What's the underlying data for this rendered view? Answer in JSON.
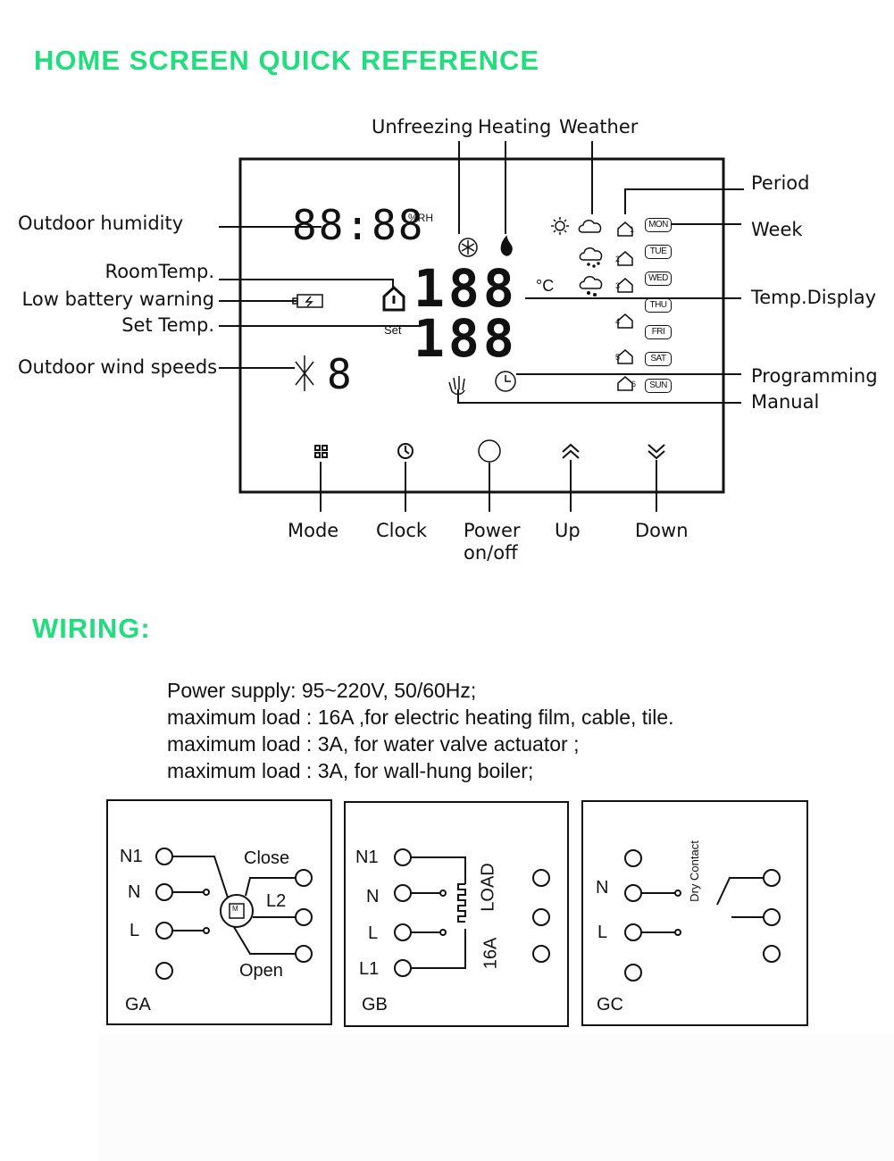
{
  "titles": {
    "home": "HOME SCREEN QUICK REFERENCE",
    "wiring": "WIRING:"
  },
  "display": {
    "top_labels": {
      "unfreezing": "Unfreezing",
      "heating": "Heating",
      "weather": "Weather"
    },
    "left_labels": {
      "outdoor_humidity": "Outdoor humidity",
      "room_temp": "RoomTemp.",
      "low_battery": "Low battery warning",
      "set_temp": "Set Temp.",
      "outdoor_wind": "Outdoor wind speeds"
    },
    "right_labels": {
      "period": "Period",
      "week": "Week",
      "temp_display": "Temp.Display",
      "programming": "Programming",
      "manual": "Manual"
    },
    "lcd": {
      "humidity_unit": "%RH",
      "set_text": "Set",
      "clock_digits": "88:88",
      "temp_digits": "188",
      "wind_digit": "8",
      "deg_unit": "°C",
      "week_days": [
        "MON",
        "TUE",
        "WED",
        "THU",
        "FRI",
        "SAT",
        "SUN"
      ],
      "period_numbers": [
        "1",
        "2",
        "3",
        "4",
        "5",
        "6"
      ]
    },
    "buttons": {
      "mode": "Mode",
      "clock": "Clock",
      "power_line1": "Power",
      "power_line2": "on/off",
      "up": "Up",
      "down": "Down"
    }
  },
  "wiring": {
    "specs": [
      "Power supply: 95~220V, 50/60Hz;",
      "maximum load : 16A ,for electric heating film,  cable, tile.",
      "maximum load : 3A,  for water valve actuator ;",
      "maximum load : 3A,  for wall-hung boiler;"
    ],
    "ga": {
      "name": "GA",
      "n1": "N1",
      "n": "N",
      "l": "L",
      "close": "Close",
      "l2": "L2",
      "open": "Open",
      "motor": "M"
    },
    "gb": {
      "name": "GB",
      "n1": "N1",
      "n": "N",
      "l": "L",
      "l1": "L1",
      "load": "LOAD",
      "amps": "16A"
    },
    "gc": {
      "name": "GC",
      "n": "N",
      "l": "L",
      "dry_contact": "Dry Contact"
    }
  },
  "colors": {
    "heading": "#22dd7e",
    "ink": "#111111"
  }
}
